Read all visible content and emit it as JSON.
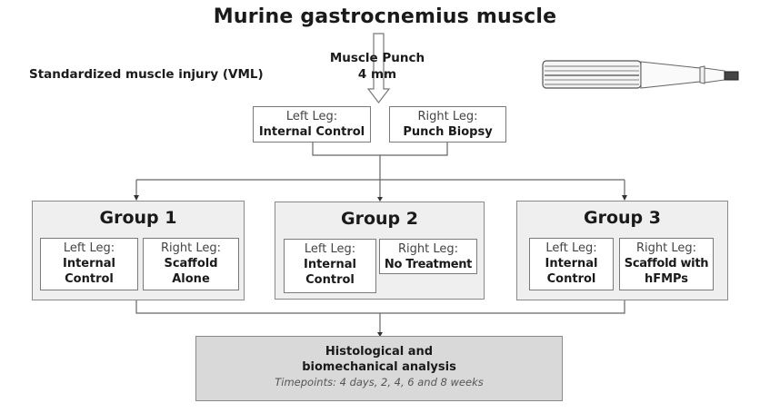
{
  "title": "Murine gastrocnemius muscle",
  "injury_label": "Standardized muscle injury (VML)",
  "punch": {
    "line1": "Muscle Punch",
    "line2": "4 mm",
    "tool_icon": "biopsy-punch-icon"
  },
  "initial": {
    "left": {
      "label": "Left Leg:",
      "value": "Internal Control"
    },
    "right": {
      "label": "Right Leg:",
      "value": "Punch Biopsy"
    }
  },
  "groups": [
    {
      "title": "Group 1",
      "left": {
        "label": "Left Leg:",
        "line1": "Internal",
        "line2": "Control"
      },
      "right": {
        "label": "Right Leg:",
        "line1": "Scaffold",
        "line2": "Alone"
      }
    },
    {
      "title": "Group 2",
      "left": {
        "label": "Left Leg:",
        "line1": "Internal",
        "line2": "Control"
      },
      "right": {
        "label": "Right Leg:",
        "line1": "No Treatment",
        "line2": ""
      }
    },
    {
      "title": "Group 3",
      "left": {
        "label": "Left Leg:",
        "line1": "Internal",
        "line2": "Control"
      },
      "right": {
        "label": "Right Leg:",
        "line1": "Scaffold with",
        "line2": "hFMPs"
      }
    }
  ],
  "analysis": {
    "line1": "Histological and",
    "line2": "biomechanical analysis",
    "timepoints": "Timepoints: 4 days, 2, 4, 6 and 8 weeks"
  },
  "colors": {
    "group_fill": "#efefef",
    "analysis_fill": "#d9d9d9",
    "border": "#7a7a7a",
    "line": "#555555"
  }
}
